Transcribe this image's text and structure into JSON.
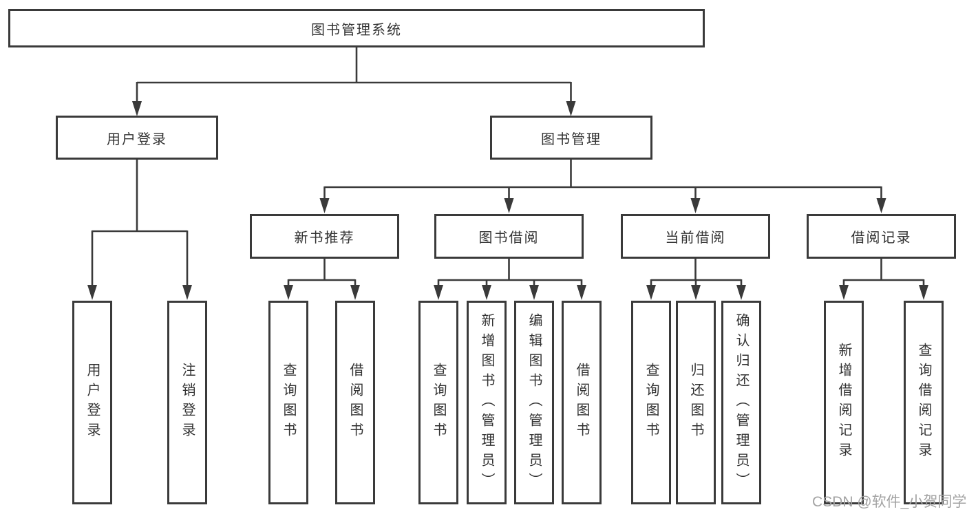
{
  "watermark": {
    "text": "CSDN @软件_小贺同学"
  },
  "colors": {
    "line": "#3a3a3a",
    "box_border": "#3a3a3a",
    "box_background": "#ffffff",
    "text": "#333333",
    "watermark_text": "#a3a3a3"
  },
  "tree": {
    "root": {
      "label": "图书管理系统"
    },
    "branches": [
      {
        "label": "用户登录",
        "children": [
          {
            "label": "用户登录"
          },
          {
            "label": "注销登录"
          }
        ]
      },
      {
        "label": "图书管理",
        "children": [
          {
            "label": "新书推荐",
            "children": [
              {
                "label": "查询图书"
              },
              {
                "label": "借阅图书"
              }
            ]
          },
          {
            "label": "图书借阅",
            "children": [
              {
                "label": "查询图书"
              },
              {
                "label": "新增图书（管理员）"
              },
              {
                "label": "编辑图书（管理员）"
              },
              {
                "label": "借阅图书"
              }
            ]
          },
          {
            "label": "当前借阅",
            "children": [
              {
                "label": "查询图书"
              },
              {
                "label": "归还图书"
              },
              {
                "label": "确认归还（管理员）"
              }
            ]
          },
          {
            "label": "借阅记录",
            "children": [
              {
                "label": "新增借阅记录"
              },
              {
                "label": "查询借阅记录"
              }
            ]
          }
        ]
      }
    ]
  }
}
